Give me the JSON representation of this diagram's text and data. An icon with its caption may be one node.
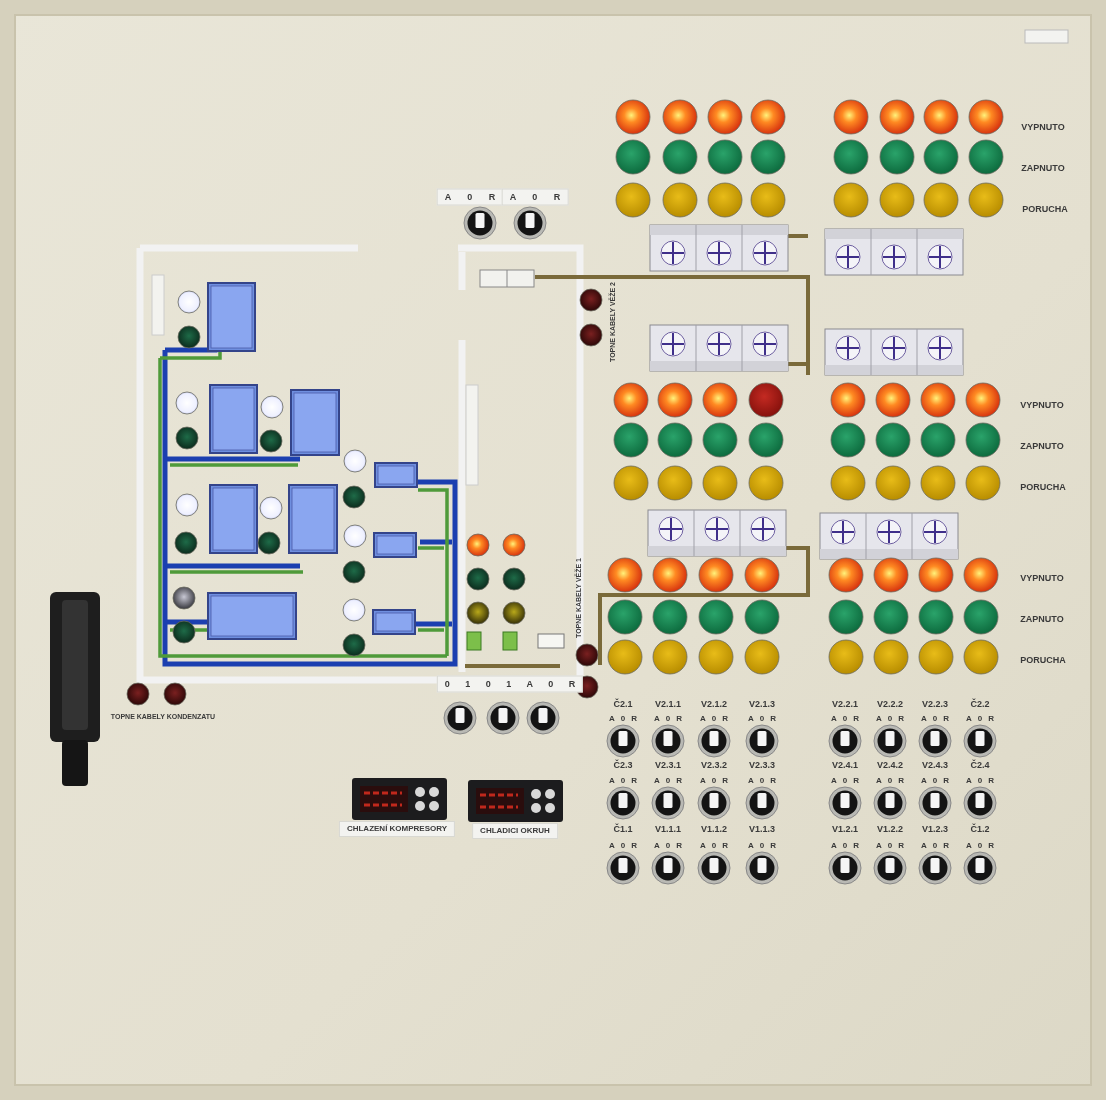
{
  "diagram": {
    "labels": [
      "A 0 R",
      "A 0 R",
      "VYPNUTO",
      "ZAPNUTO",
      "PORUCHA",
      "VYPNUTO",
      "ZAPNUTO",
      "PORUCHA",
      "VYPNUTO",
      "ZAPNUTO",
      "PORUCHA",
      "TOPNE KABELY VĚŽE 2",
      "TOPNE KABELY VĚŽE 1",
      "0 1 0 1 A 0 R",
      "TOPNE KABELY KONDENZATU",
      "CHLAZENÍ KOMPRESORY",
      "CHLADICI OKRUH",
      "Č2.1",
      "A 0 R",
      "V2.1.1",
      "A 0 R",
      "V2.1.2",
      "A 0 R",
      "V2.1.3",
      "A 0 R",
      "V2.2.1",
      "A 0 R",
      "V2.2.2",
      "A 0 R",
      "V2.2.3",
      "A 0 R",
      "Č2.2",
      "A 0 R",
      "Č2.3",
      "A 0 R",
      "V2.3.1",
      "A 0 R",
      "V2.3.2",
      "A 0 R",
      "V2.3.3",
      "A 0 R",
      "V2.4.1",
      "A 0 R",
      "V2.4.2",
      "A 0 R",
      "V2.4.3",
      "A 0 R",
      "Č2.4",
      "A 0 R",
      "Č1.1",
      "A 0 R",
      "V1.1.1",
      "A 0 R",
      "V1.1.2",
      "A 0 R",
      "V1.1.3",
      "A 0 R",
      "V1.2.1",
      "A 0 R",
      "V1.2.2",
      "A 0 R",
      "V1.2.3",
      "A 0 R",
      "Č1.2",
      "A 0 R"
    ]
  }
}
